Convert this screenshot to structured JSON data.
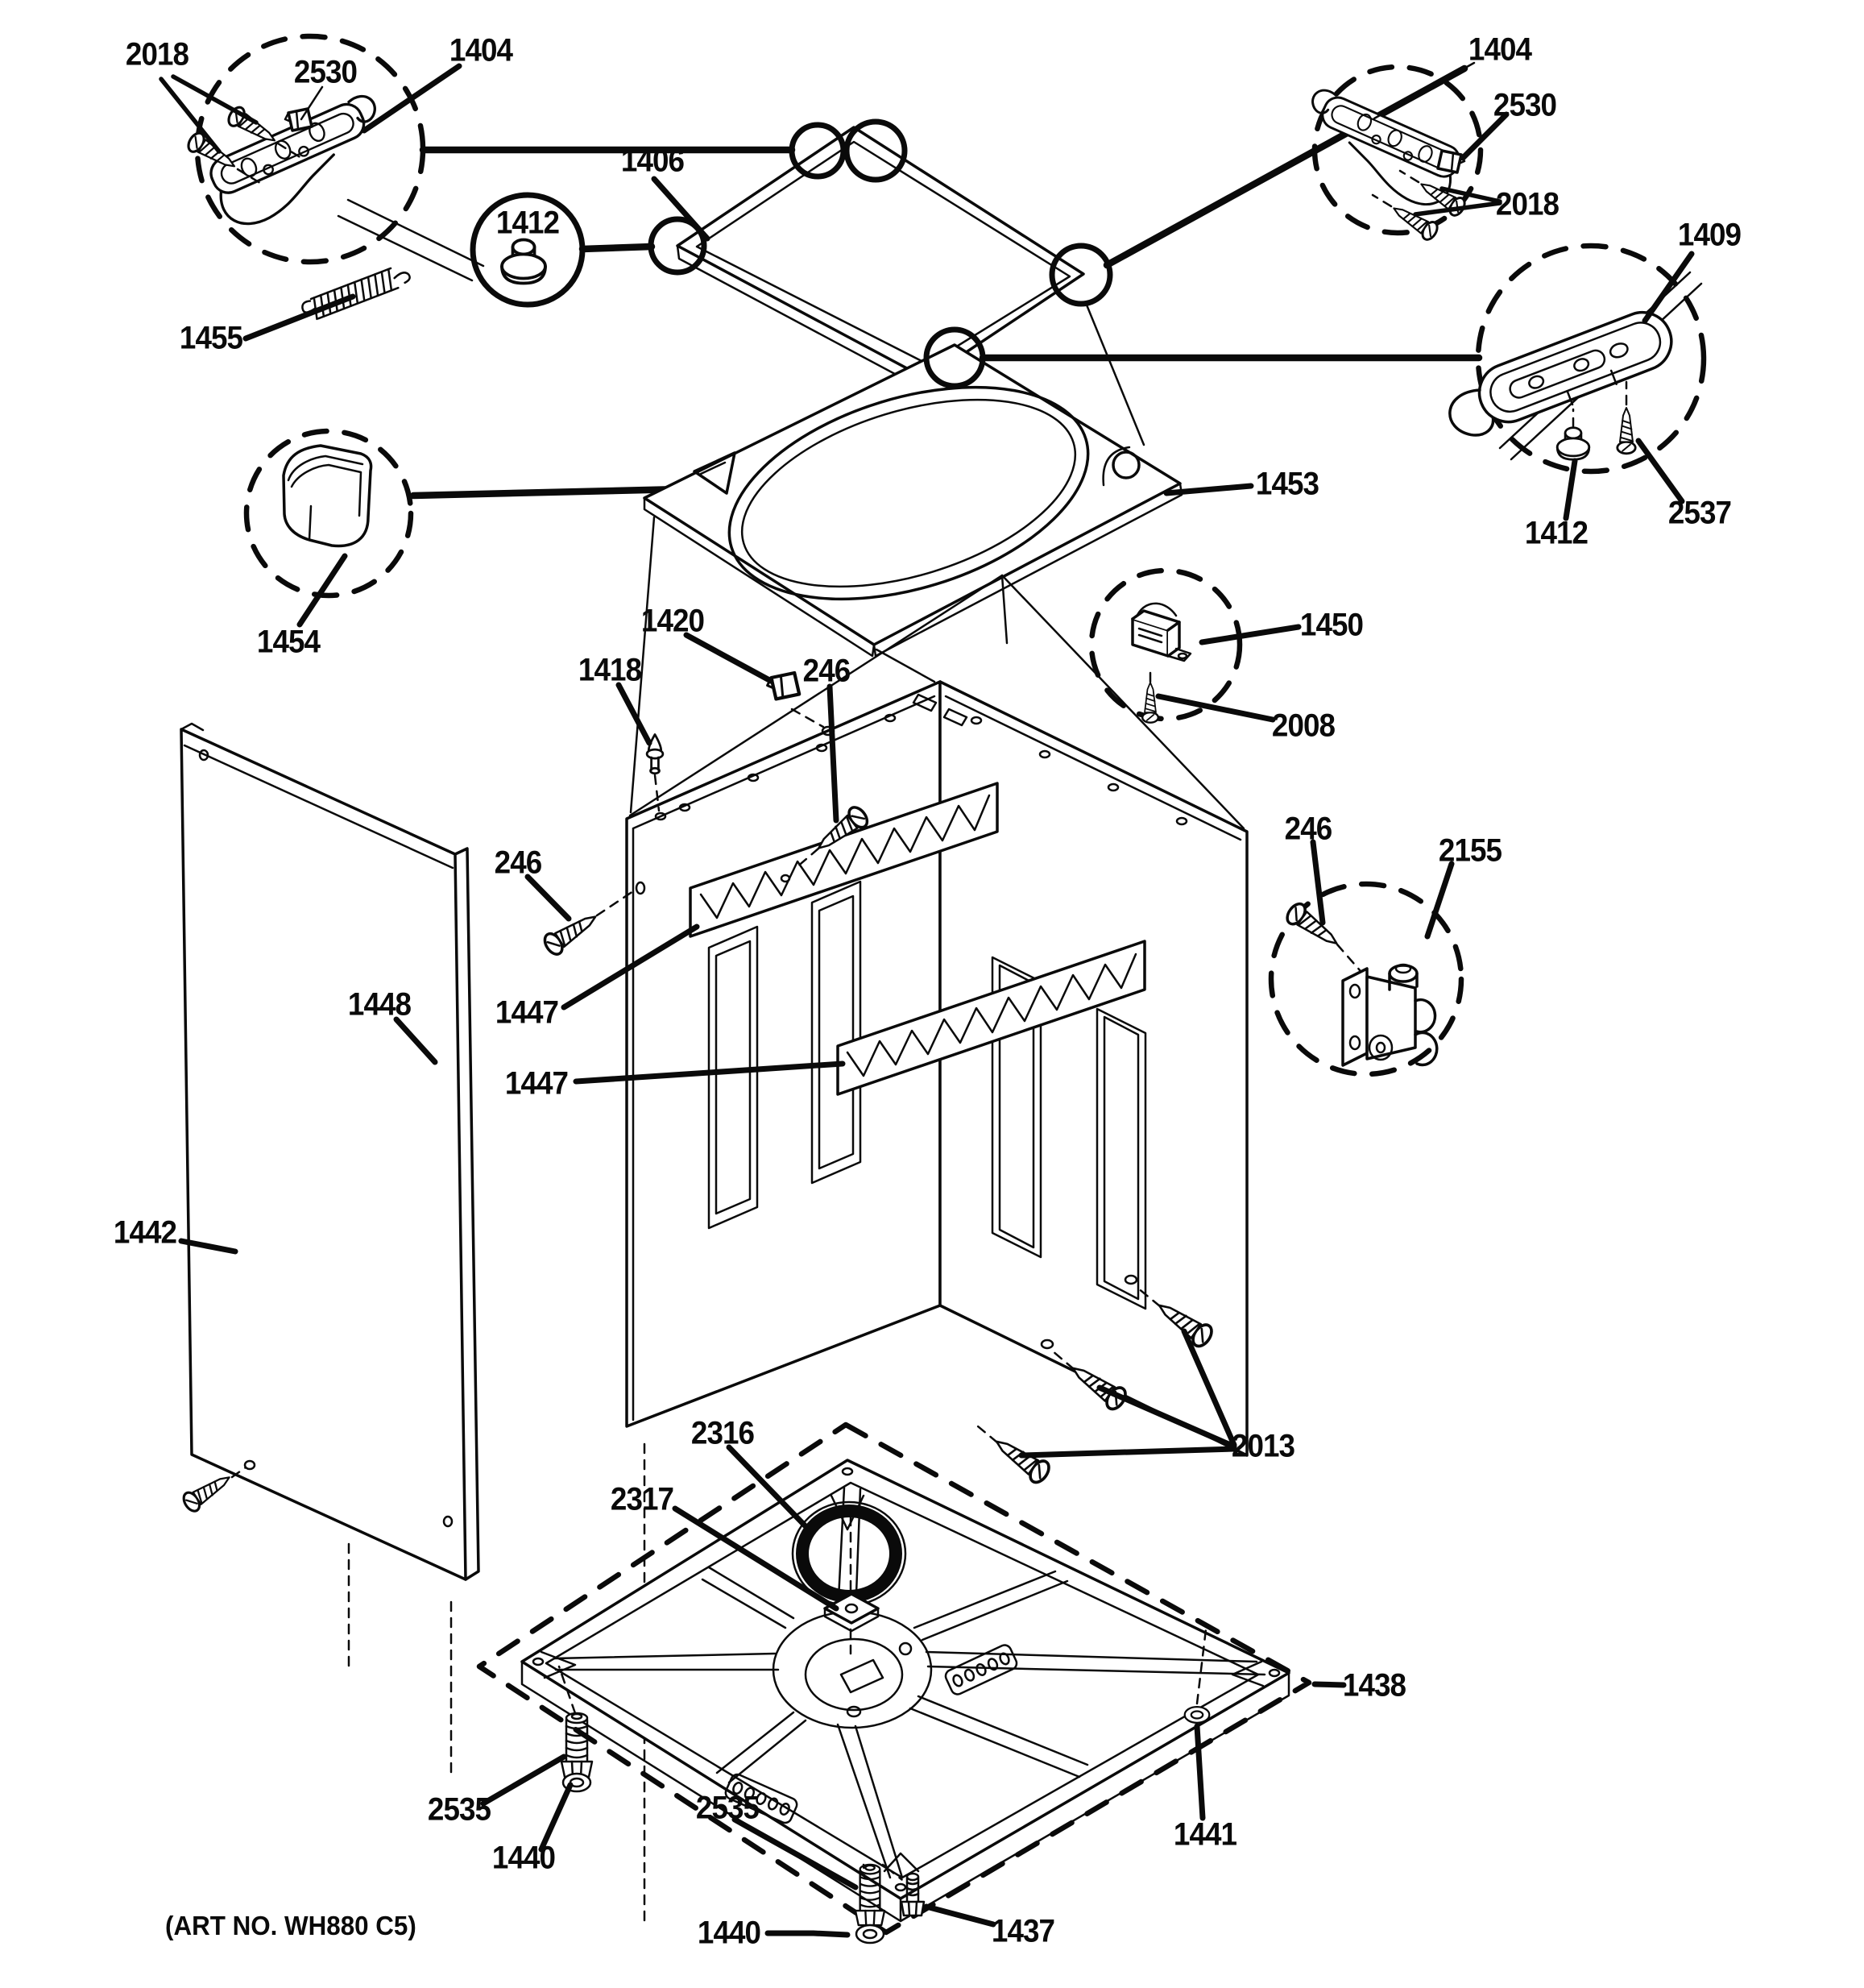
{
  "document": {
    "art_no": "(ART NO. WH880 C5)"
  },
  "callouts": [
    {
      "text": "2018"
    },
    {
      "text": "2530"
    },
    {
      "text": "1404"
    },
    {
      "text": "1406"
    },
    {
      "text": "1412"
    },
    {
      "text": "1455"
    },
    {
      "text": "1454"
    },
    {
      "text": "1453"
    },
    {
      "text": "1404"
    },
    {
      "text": "2530"
    },
    {
      "text": "2018"
    },
    {
      "text": "1409"
    },
    {
      "text": "1412"
    },
    {
      "text": "2537"
    },
    {
      "text": "1450"
    },
    {
      "text": "2008"
    },
    {
      "text": "1420"
    },
    {
      "text": "1418"
    },
    {
      "text": "246"
    },
    {
      "text": "246"
    },
    {
      "text": "1447"
    },
    {
      "text": "1447"
    },
    {
      "text": "1448"
    },
    {
      "text": "1442"
    },
    {
      "text": "246"
    },
    {
      "text": "2155"
    },
    {
      "text": "2316"
    },
    {
      "text": "2317"
    },
    {
      "text": "2013"
    },
    {
      "text": "1438"
    },
    {
      "text": "1441"
    },
    {
      "text": "2535"
    },
    {
      "text": "1440"
    },
    {
      "text": "2535"
    },
    {
      "text": "1440"
    },
    {
      "text": "1437"
    }
  ]
}
